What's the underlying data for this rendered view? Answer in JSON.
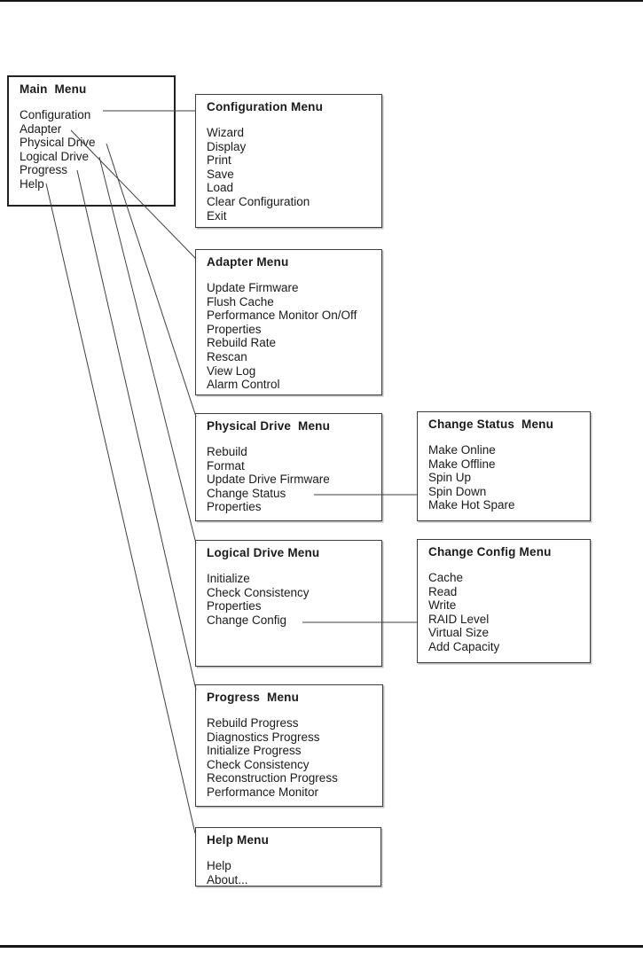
{
  "colors": {
    "background": "#ffffff",
    "text": "#1a1a1a",
    "box_border": "#3d3d3d",
    "connector_line": "#3f3f3f",
    "page_rule": "#161616"
  },
  "menus": [
    {
      "id": "main",
      "title": "Main  Menu",
      "items": [
        "Configuration",
        "Adapter",
        "Physical Drive",
        "Logical Drive",
        "Progress",
        "Help"
      ]
    },
    {
      "id": "configuration",
      "title": "Configuration Menu",
      "items": [
        "Wizard",
        "Display",
        "Print",
        "Save",
        "Load",
        "Clear Configuration",
        "Exit"
      ]
    },
    {
      "id": "adapter",
      "title": "Adapter Menu",
      "items": [
        "Update Firmware",
        "Flush Cache",
        "Performance Monitor On/Off",
        "Properties",
        "Rebuild Rate",
        "Rescan",
        "View Log",
        "Alarm Control"
      ]
    },
    {
      "id": "physical",
      "title": "Physical Drive  Menu",
      "items": [
        "Rebuild",
        "Format",
        "Update Drive Firmware",
        "Change Status",
        "Properties"
      ]
    },
    {
      "id": "change-status",
      "title": "Change Status  Menu",
      "items": [
        "Make Online",
        "Make Offline",
        "Spin Up",
        "Spin Down",
        "Make Hot Spare"
      ]
    },
    {
      "id": "logical",
      "title": "Logical Drive Menu",
      "items": [
        "Initialize",
        "Check Consistency",
        "Properties",
        "Change Config"
      ]
    },
    {
      "id": "change-config",
      "title": "Change Config Menu",
      "items": [
        "Cache",
        "Read",
        "Write",
        "RAID Level",
        "Virtual Size",
        "Add Capacity"
      ]
    },
    {
      "id": "progress",
      "title": "Progress  Menu",
      "items": [
        "Rebuild Progress",
        "Diagnostics Progress",
        "Initialize Progress",
        "Check Consistency",
        "Reconstruction Progress",
        "Performance Monitor"
      ]
    },
    {
      "id": "help",
      "title": "Help Menu",
      "items": [
        "Help",
        "About..."
      ]
    }
  ],
  "connections": [
    {
      "from_menu": "Main Menu",
      "from_item": "Configuration",
      "to_menu": "Configuration Menu"
    },
    {
      "from_menu": "Main Menu",
      "from_item": "Adapter",
      "to_menu": "Adapter Menu"
    },
    {
      "from_menu": "Main Menu",
      "from_item": "Physical Drive",
      "to_menu": "Physical Drive Menu"
    },
    {
      "from_menu": "Main Menu",
      "from_item": "Logical Drive",
      "to_menu": "Logical Drive Menu"
    },
    {
      "from_menu": "Main Menu",
      "from_item": "Progress",
      "to_menu": "Progress Menu"
    },
    {
      "from_menu": "Main Menu",
      "from_item": "Help",
      "to_menu": "Help Menu"
    },
    {
      "from_menu": "Physical Drive Menu",
      "from_item": "Change Status",
      "to_menu": "Change Status Menu"
    },
    {
      "from_menu": "Logical Drive Menu",
      "from_item": "Change Config",
      "to_menu": "Change Config Menu"
    }
  ]
}
